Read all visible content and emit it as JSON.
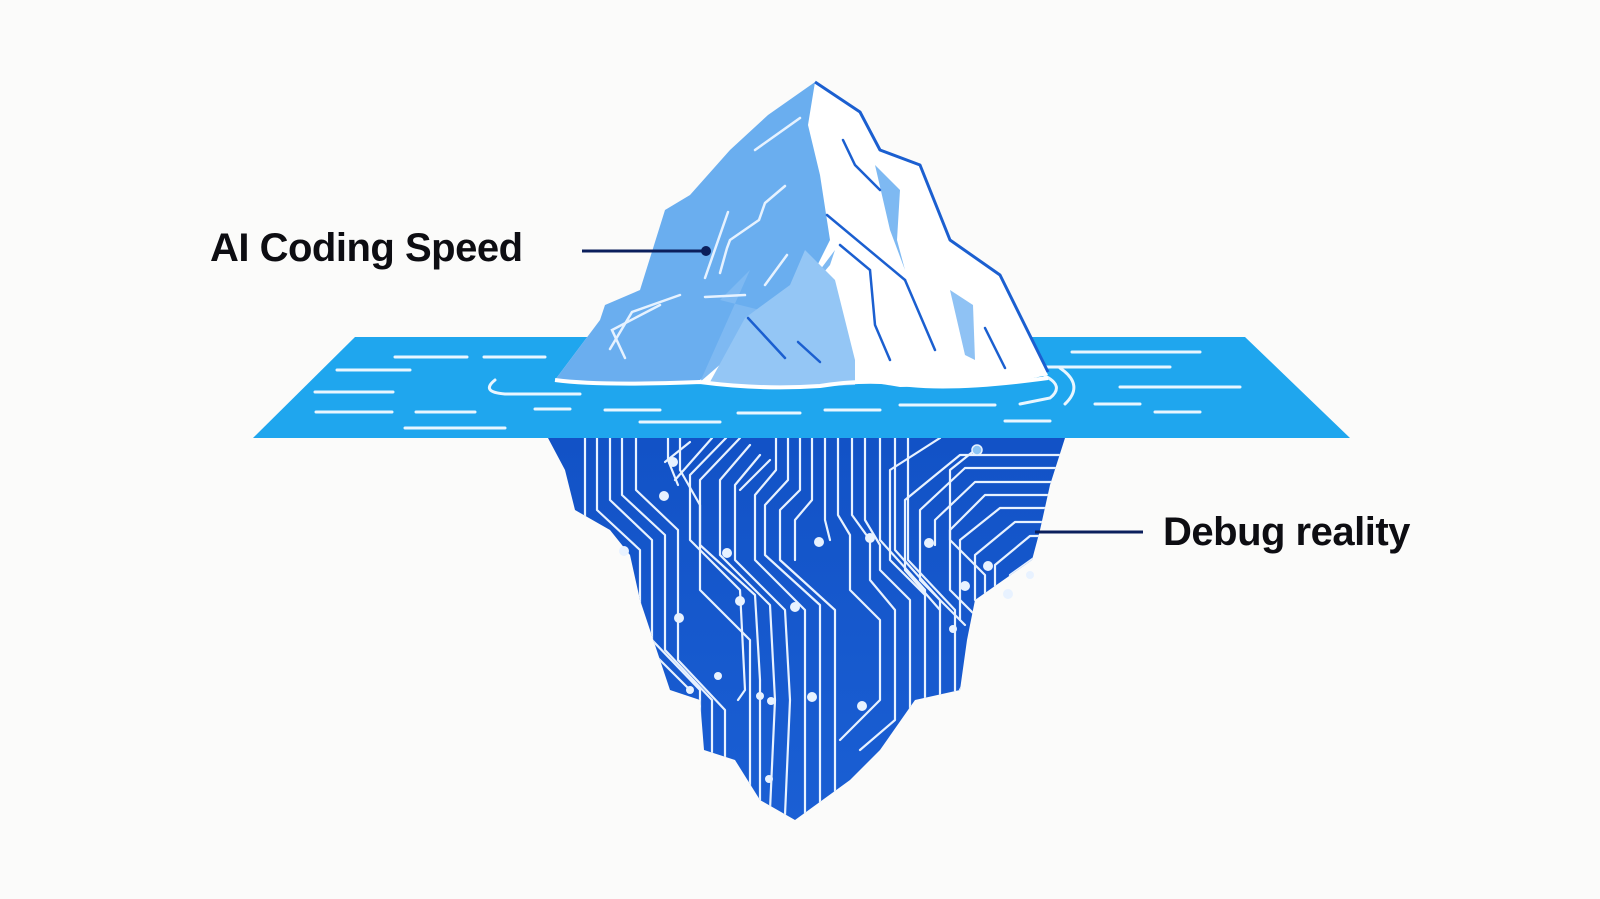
{
  "diagram": {
    "type": "iceberg-metaphor",
    "labels": {
      "above_water": "AI Coding Speed",
      "below_water": "Debug reality"
    },
    "colors": {
      "background": "#fbfbfa",
      "ice_shadow": "#6aaeef",
      "ice_light": "#ffffff",
      "ice_outline": "#1b5fd0",
      "water": "#1fa6ee",
      "underwater": "#1556c8",
      "circuit_lines": "#e8f2ff",
      "leader_line": "#0b1f5c",
      "label_text": "#0d0d12"
    },
    "sections": [
      {
        "name": "tip",
        "meaning": "visible surface"
      },
      {
        "name": "water",
        "meaning": "waterline"
      },
      {
        "name": "underwater",
        "meaning": "hidden circuit-board mass"
      }
    ]
  }
}
